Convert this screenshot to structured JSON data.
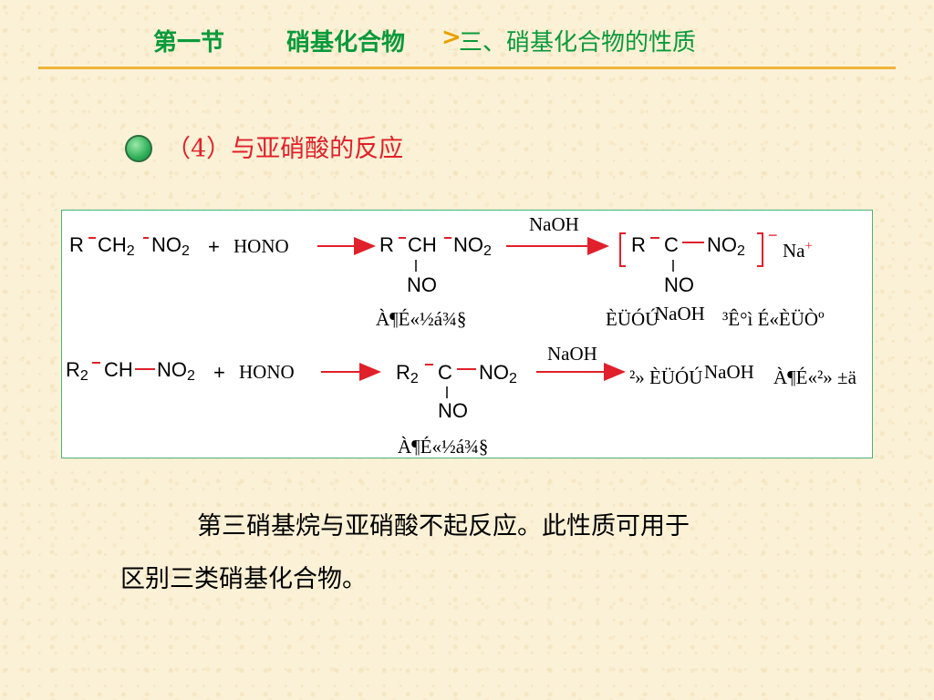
{
  "header": {
    "section": "第一节",
    "topic": "硝基化合物",
    "separator": ">",
    "subtopic": "三、硝基化合物的性质"
  },
  "colors": {
    "header_green": "#0a9a3a",
    "accent_orange": "#f0b43a",
    "heading_red": "#e0202a",
    "box_border": "#4fb07a"
  },
  "sub_heading": "（4）与亚硝酸的反应",
  "reactions": {
    "r1": {
      "reactant_r": "R",
      "reactant_ch": "CH",
      "reactant_ch_sub": "2",
      "reactant_no": "NO",
      "reactant_no_sub": "2",
      "plus": "+",
      "reagent": "HONO",
      "prod_r": "R",
      "prod_ch": "CH",
      "prod_no": "NO",
      "prod_no_sub": "2",
      "prod_no_down": "NO",
      "prod_label": "À¶É«½á¾§",
      "arrow2_label": "NaOH",
      "salt_r": "R",
      "salt_c": "C",
      "salt_no": "NO",
      "salt_no_sub": "2",
      "salt_charge": "−",
      "salt_na": "Na",
      "salt_na_charge": "+",
      "salt_no_down": "NO",
      "salt_label_1": "ÈÜÓÚ",
      "salt_label_naoh": "NaOH",
      "salt_label_2": "³Ê°ì É«ÈÜÒº"
    },
    "r2": {
      "reactant_r": "R",
      "reactant_r_sub": "2",
      "reactant_ch": "CH",
      "reactant_no": "NO",
      "reactant_no_sub": "2",
      "plus": "+",
      "reagent": "HONO",
      "prod_r": "R",
      "prod_r_sub": "2",
      "prod_c": "C",
      "prod_no": "NO",
      "prod_no_sub": "2",
      "prod_no_down": "NO",
      "prod_label": "À¶É«½á¾§",
      "arrow2_label": "NaOH",
      "tail_1": "²» ÈÜÓÚ",
      "tail_naoh": "NaOH",
      "tail_2": "À¶É«²» ±ä"
    }
  },
  "body": {
    "line1": "第三硝基烷与亚硝酸不起反应。此性质可用于",
    "line2": "区别三类硝基化合物。"
  }
}
